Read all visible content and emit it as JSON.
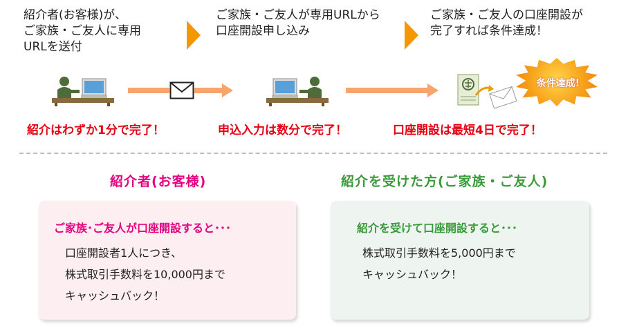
{
  "flow": {
    "steps": [
      {
        "text": "紹介者(お客様)が、\nご家族・ご友人に専用\nURLを送付"
      },
      {
        "text": "ご家族・ご友人が専用URLから\n口座開設申し込み"
      },
      {
        "text": "ご家族・ご友人の口座開設が\n完了すれば条件達成！"
      }
    ],
    "badge": "条件達成!",
    "durations": [
      "紹介はわずか1分で完了！",
      "申込入力は数分で完了！",
      "口座開設は最短4日で完了！"
    ]
  },
  "referrer": {
    "title": "紹介者(お客様)",
    "heading": "ご家族･ご友人が口座開設すると･･･",
    "body": "口座開設者1人につき、\n株式取引手数料を10,000円まで\nキャッシュバック！"
  },
  "referee": {
    "title": "紹介を受けた方(ご家族・ご友人)",
    "heading": "紹介を受けて口座開設すると･･･",
    "body": "株式取引手数料を5,000円まで\nキャッシュバック！"
  },
  "colors": {
    "accent_orange": "#f39800",
    "arrow": "#f7a56d",
    "red": "#e60012",
    "pink": "#e4007f",
    "green": "#3a9a3a",
    "card_pink_bg": "#fdeef2",
    "card_green_bg": "#eef5f1"
  }
}
